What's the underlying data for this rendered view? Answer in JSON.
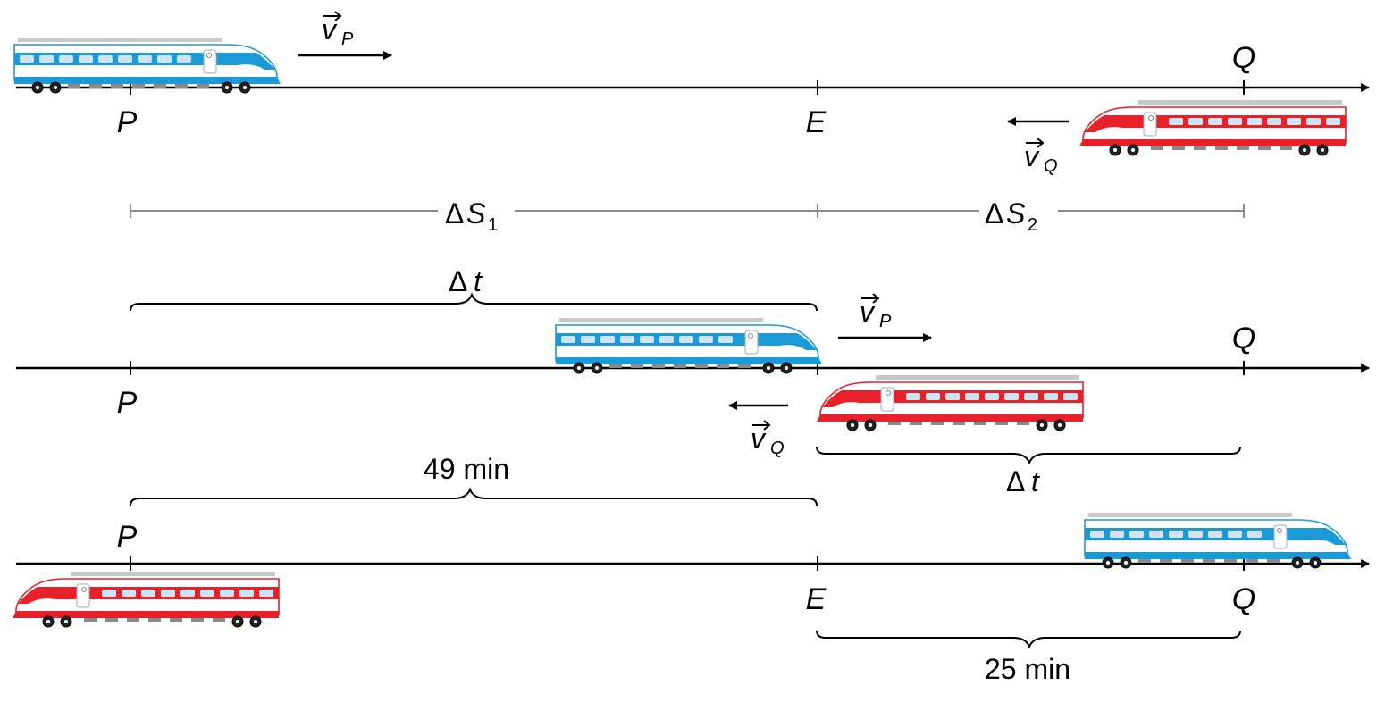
{
  "points": {
    "P": "P",
    "E": "E",
    "Q": "Q"
  },
  "velocities": {
    "vP": {
      "symbol": "v",
      "subscript": "P"
    },
    "vQ": {
      "symbol": "v",
      "subscript": "Q"
    }
  },
  "distances": {
    "s1": {
      "prefix": "Δ",
      "symbol": "S",
      "subscript": "1"
    },
    "s2": {
      "prefix": "Δ",
      "symbol": "S",
      "subscript": "2"
    }
  },
  "times": {
    "dt_symbol": {
      "prefix": "Δ",
      "symbol": "t"
    },
    "p_to_e": "49 min",
    "e_to_q": "25 min"
  },
  "colors": {
    "train_p": "#1a9ad6",
    "train_q": "#e8202a",
    "window": "#cfe4f2",
    "track": "#000000",
    "measure": "#8c8c8c"
  }
}
